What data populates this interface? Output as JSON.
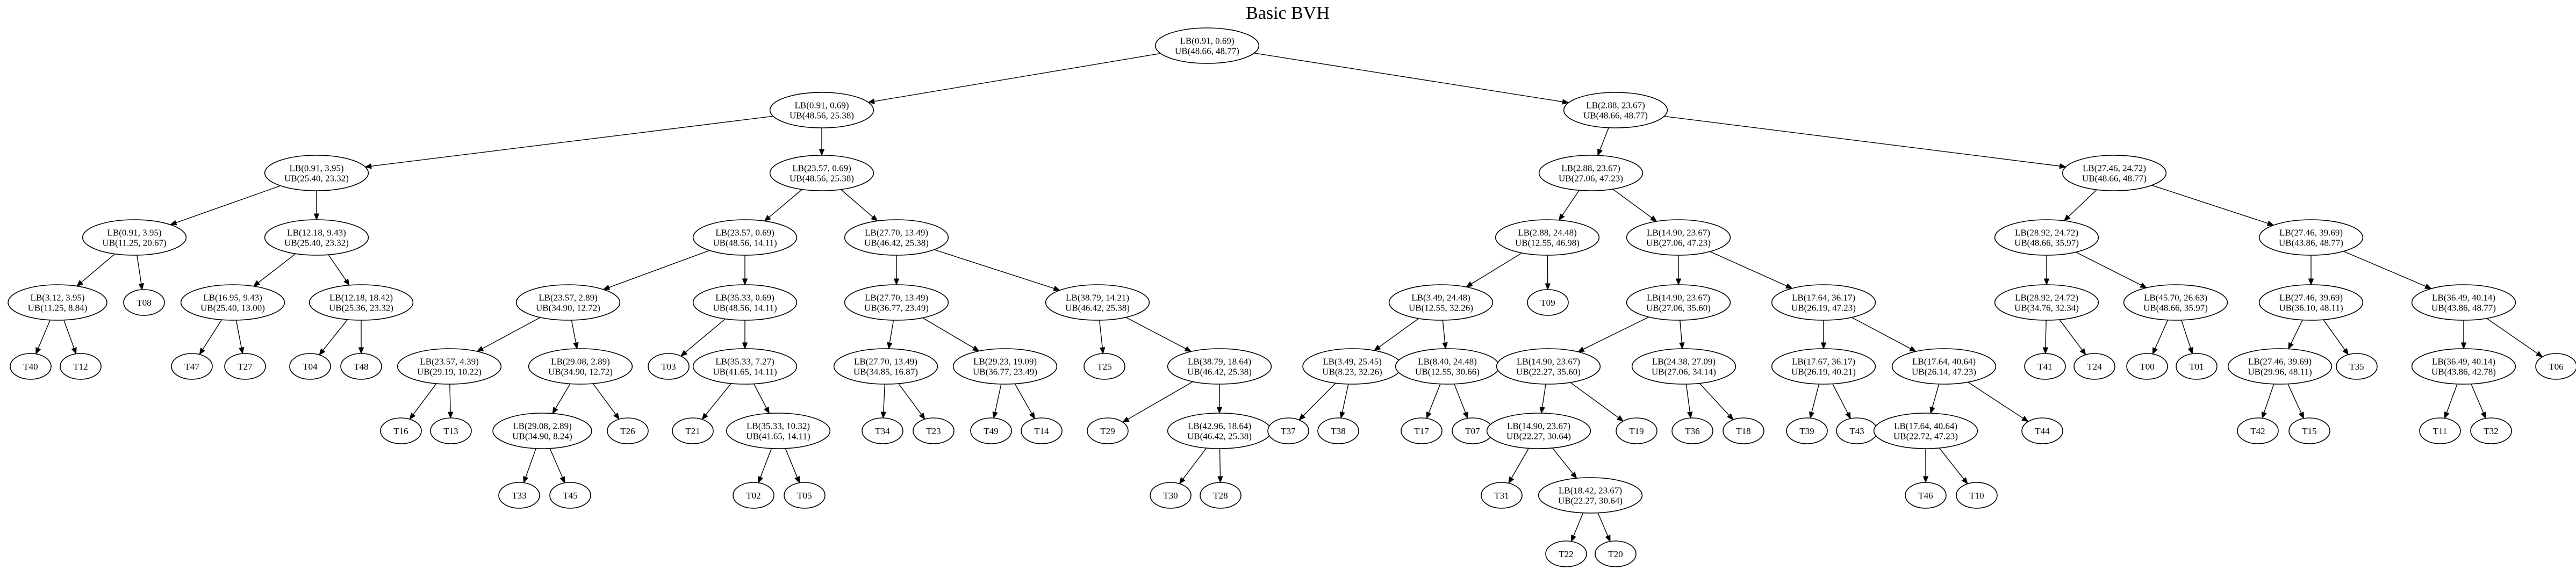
{
  "title": "Basic BVH",
  "nodes": [
    {
      "id": "n0",
      "lines": [
        "LB(0.91, 0.69)",
        "UB(48.66, 48.77)"
      ]
    },
    {
      "id": "n1",
      "lines": [
        "LB(0.91, 0.69)",
        "UB(48.56, 25.38)"
      ]
    },
    {
      "id": "n2",
      "lines": [
        "LB(2.88, 23.67)",
        "UB(48.66, 48.77)"
      ]
    },
    {
      "id": "n3",
      "lines": [
        "LB(0.91, 3.95)",
        "UB(25.40, 23.32)"
      ]
    },
    {
      "id": "n4",
      "lines": [
        "LB(23.57, 0.69)",
        "UB(48.56, 25.38)"
      ]
    },
    {
      "id": "n5",
      "lines": [
        "LB(2.88, 23.67)",
        "UB(27.06, 47.23)"
      ]
    },
    {
      "id": "n6",
      "lines": [
        "LB(27.46, 24.72)",
        "UB(48.66, 48.77)"
      ]
    },
    {
      "id": "n7",
      "lines": [
        "LB(0.91, 3.95)",
        "UB(11.25, 20.67)"
      ]
    },
    {
      "id": "n8",
      "lines": [
        "LB(12.18, 9.43)",
        "UB(25.40, 23.32)"
      ]
    },
    {
      "id": "n9",
      "lines": [
        "LB(23.57, 0.69)",
        "UB(48.56, 14.11)"
      ]
    },
    {
      "id": "n10",
      "lines": [
        "LB(27.70, 13.49)",
        "UB(46.42, 25.38)"
      ]
    },
    {
      "id": "n11",
      "lines": [
        "LB(2.88, 24.48)",
        "UB(12.55, 46.98)"
      ]
    },
    {
      "id": "n12",
      "lines": [
        "LB(14.90, 23.67)",
        "UB(27.06, 47.23)"
      ]
    },
    {
      "id": "n13",
      "lines": [
        "LB(28.92, 24.72)",
        "UB(48.66, 35.97)"
      ]
    },
    {
      "id": "n14",
      "lines": [
        "LB(27.46, 39.69)",
        "UB(43.86, 48.77)"
      ]
    },
    {
      "id": "n15",
      "lines": [
        "LB(3.12, 3.95)",
        "UB(11.25, 8.84)"
      ]
    },
    {
      "id": "t08",
      "lines": [
        "T08"
      ]
    },
    {
      "id": "n16",
      "lines": [
        "LB(16.95, 9.43)",
        "UB(25.40, 13.00)"
      ]
    },
    {
      "id": "n17",
      "lines": [
        "LB(12.18, 18.42)",
        "UB(25.36, 23.32)"
      ]
    },
    {
      "id": "n18",
      "lines": [
        "LB(23.57, 2.89)",
        "UB(34.90, 12.72)"
      ]
    },
    {
      "id": "n19",
      "lines": [
        "LB(35.33, 0.69)",
        "UB(48.56, 14.11)"
      ]
    },
    {
      "id": "n20",
      "lines": [
        "LB(27.70, 13.49)",
        "UB(36.77, 23.49)"
      ]
    },
    {
      "id": "n21",
      "lines": [
        "LB(38.79, 14.21)",
        "UB(46.42, 25.38)"
      ]
    },
    {
      "id": "n22",
      "lines": [
        "LB(3.49, 24.48)",
        "UB(12.55, 32.26)"
      ]
    },
    {
      "id": "t09",
      "lines": [
        "T09"
      ]
    },
    {
      "id": "n23",
      "lines": [
        "LB(14.90, 23.67)",
        "UB(27.06, 35.60)"
      ]
    },
    {
      "id": "n24",
      "lines": [
        "LB(17.64, 36.17)",
        "UB(26.19, 47.23)"
      ]
    },
    {
      "id": "n25",
      "lines": [
        "LB(28.92, 24.72)",
        "UB(34.76, 32.34)"
      ]
    },
    {
      "id": "n26",
      "lines": [
        "LB(45.70, 26.63)",
        "UB(48.66, 35.97)"
      ]
    },
    {
      "id": "n27",
      "lines": [
        "LB(27.46, 39.69)",
        "UB(36.10, 48.11)"
      ]
    },
    {
      "id": "n28",
      "lines": [
        "LB(36.49, 40.14)",
        "UB(43.86, 48.77)"
      ]
    },
    {
      "id": "t40",
      "lines": [
        "T40"
      ]
    },
    {
      "id": "t12",
      "lines": [
        "T12"
      ]
    },
    {
      "id": "t47",
      "lines": [
        "T47"
      ]
    },
    {
      "id": "t27",
      "lines": [
        "T27"
      ]
    },
    {
      "id": "t04",
      "lines": [
        "T04"
      ]
    },
    {
      "id": "t48",
      "lines": [
        "T48"
      ]
    },
    {
      "id": "n29",
      "lines": [
        "LB(23.57, 4.39)",
        "UB(29.19, 10.22)"
      ]
    },
    {
      "id": "n30",
      "lines": [
        "LB(29.08, 2.89)",
        "UB(34.90, 12.72)"
      ]
    },
    {
      "id": "t03",
      "lines": [
        "T03"
      ]
    },
    {
      "id": "n31",
      "lines": [
        "LB(35.33, 7.27)",
        "UB(41.65, 14.11)"
      ]
    },
    {
      "id": "n32",
      "lines": [
        "LB(27.70, 13.49)",
        "UB(34.85, 16.87)"
      ]
    },
    {
      "id": "n33",
      "lines": [
        "LB(29.23, 19.09)",
        "UB(36.77, 23.49)"
      ]
    },
    {
      "id": "t25",
      "lines": [
        "T25"
      ]
    },
    {
      "id": "n34",
      "lines": [
        "LB(38.79, 18.64)",
        "UB(46.42, 25.38)"
      ]
    },
    {
      "id": "n35",
      "lines": [
        "LB(3.49, 25.45)",
        "UB(8.23, 32.26)"
      ]
    },
    {
      "id": "n36",
      "lines": [
        "LB(8.40, 24.48)",
        "UB(12.55, 30.66)"
      ]
    },
    {
      "id": "n37",
      "lines": [
        "LB(14.90, 23.67)",
        "UB(22.27, 35.60)"
      ]
    },
    {
      "id": "n38",
      "lines": [
        "LB(24.38, 27.09)",
        "UB(27.06, 34.14)"
      ]
    },
    {
      "id": "n39",
      "lines": [
        "LB(17.67, 36.17)",
        "UB(26.19, 40.21)"
      ]
    },
    {
      "id": "n40",
      "lines": [
        "LB(17.64, 40.64)",
        "UB(26.14, 47.23)"
      ]
    },
    {
      "id": "t41",
      "lines": [
        "T41"
      ]
    },
    {
      "id": "t24",
      "lines": [
        "T24"
      ]
    },
    {
      "id": "t00",
      "lines": [
        "T00"
      ]
    },
    {
      "id": "t01",
      "lines": [
        "T01"
      ]
    },
    {
      "id": "n41",
      "lines": [
        "LB(27.46, 39.69)",
        "UB(29.96, 48.11)"
      ]
    },
    {
      "id": "t35",
      "lines": [
        "T35"
      ]
    },
    {
      "id": "n42",
      "lines": [
        "LB(36.49, 40.14)",
        "UB(43.86, 42.78)"
      ]
    },
    {
      "id": "t06",
      "lines": [
        "T06"
      ]
    },
    {
      "id": "t16",
      "lines": [
        "T16"
      ]
    },
    {
      "id": "t13",
      "lines": [
        "T13"
      ]
    },
    {
      "id": "n43",
      "lines": [
        "LB(29.08, 2.89)",
        "UB(34.90, 8.24)"
      ]
    },
    {
      "id": "t26",
      "lines": [
        "T26"
      ]
    },
    {
      "id": "t21",
      "lines": [
        "T21"
      ]
    },
    {
      "id": "n44",
      "lines": [
        "LB(35.33, 10.32)",
        "UB(41.65, 14.11)"
      ]
    },
    {
      "id": "t34",
      "lines": [
        "T34"
      ]
    },
    {
      "id": "t23",
      "lines": [
        "T23"
      ]
    },
    {
      "id": "t49",
      "lines": [
        "T49"
      ]
    },
    {
      "id": "t14",
      "lines": [
        "T14"
      ]
    },
    {
      "id": "t29",
      "lines": [
        "T29"
      ]
    },
    {
      "id": "n45",
      "lines": [
        "LB(42.96, 18.64)",
        "UB(46.42, 25.38)"
      ]
    },
    {
      "id": "t37",
      "lines": [
        "T37"
      ]
    },
    {
      "id": "t38",
      "lines": [
        "T38"
      ]
    },
    {
      "id": "t17",
      "lines": [
        "T17"
      ]
    },
    {
      "id": "t07",
      "lines": [
        "T07"
      ]
    },
    {
      "id": "n46",
      "lines": [
        "LB(14.90, 23.67)",
        "UB(22.27, 30.64)"
      ]
    },
    {
      "id": "t19",
      "lines": [
        "T19"
      ]
    },
    {
      "id": "t36",
      "lines": [
        "T36"
      ]
    },
    {
      "id": "t18",
      "lines": [
        "T18"
      ]
    },
    {
      "id": "t39",
      "lines": [
        "T39"
      ]
    },
    {
      "id": "t43",
      "lines": [
        "T43"
      ]
    },
    {
      "id": "n47",
      "lines": [
        "LB(17.64, 40.64)",
        "UB(22.72, 47.23)"
      ]
    },
    {
      "id": "t44",
      "lines": [
        "T44"
      ]
    },
    {
      "id": "t42",
      "lines": [
        "T42"
      ]
    },
    {
      "id": "t15",
      "lines": [
        "T15"
      ]
    },
    {
      "id": "t11",
      "lines": [
        "T11"
      ]
    },
    {
      "id": "t32",
      "lines": [
        "T32"
      ]
    },
    {
      "id": "t33",
      "lines": [
        "T33"
      ]
    },
    {
      "id": "t45",
      "lines": [
        "T45"
      ]
    },
    {
      "id": "t02",
      "lines": [
        "T02"
      ]
    },
    {
      "id": "t05",
      "lines": [
        "T05"
      ]
    },
    {
      "id": "t30",
      "lines": [
        "T30"
      ]
    },
    {
      "id": "t28",
      "lines": [
        "T28"
      ]
    },
    {
      "id": "t31",
      "lines": [
        "T31"
      ]
    },
    {
      "id": "n48",
      "lines": [
        "LB(18.42, 23.67)",
        "UB(22.27, 30.64)"
      ]
    },
    {
      "id": "t46",
      "lines": [
        "T46"
      ]
    },
    {
      "id": "t10",
      "lines": [
        "T10"
      ]
    },
    {
      "id": "t22",
      "lines": [
        "T22"
      ]
    },
    {
      "id": "t20",
      "lines": [
        "T20"
      ]
    }
  ],
  "edges": [
    [
      "n0",
      "n1"
    ],
    [
      "n0",
      "n2"
    ],
    [
      "n1",
      "n3"
    ],
    [
      "n1",
      "n4"
    ],
    [
      "n2",
      "n5"
    ],
    [
      "n2",
      "n6"
    ],
    [
      "n3",
      "n7"
    ],
    [
      "n3",
      "n8"
    ],
    [
      "n4",
      "n9"
    ],
    [
      "n4",
      "n10"
    ],
    [
      "n5",
      "n11"
    ],
    [
      "n5",
      "n12"
    ],
    [
      "n6",
      "n13"
    ],
    [
      "n6",
      "n14"
    ],
    [
      "n7",
      "n15"
    ],
    [
      "n7",
      "t08"
    ],
    [
      "n8",
      "n16"
    ],
    [
      "n8",
      "n17"
    ],
    [
      "n9",
      "n18"
    ],
    [
      "n9",
      "n19"
    ],
    [
      "n10",
      "n20"
    ],
    [
      "n10",
      "n21"
    ],
    [
      "n11",
      "n22"
    ],
    [
      "n11",
      "t09"
    ],
    [
      "n12",
      "n23"
    ],
    [
      "n12",
      "n24"
    ],
    [
      "n13",
      "n25"
    ],
    [
      "n13",
      "n26"
    ],
    [
      "n14",
      "n27"
    ],
    [
      "n14",
      "n28"
    ],
    [
      "n15",
      "t40"
    ],
    [
      "n15",
      "t12"
    ],
    [
      "n16",
      "t47"
    ],
    [
      "n16",
      "t27"
    ],
    [
      "n17",
      "t04"
    ],
    [
      "n17",
      "t48"
    ],
    [
      "n18",
      "n29"
    ],
    [
      "n18",
      "n30"
    ],
    [
      "n19",
      "t03"
    ],
    [
      "n19",
      "n31"
    ],
    [
      "n20",
      "n32"
    ],
    [
      "n20",
      "n33"
    ],
    [
      "n21",
      "t25"
    ],
    [
      "n21",
      "n34"
    ],
    [
      "n22",
      "n35"
    ],
    [
      "n22",
      "n36"
    ],
    [
      "n23",
      "n37"
    ],
    [
      "n23",
      "n38"
    ],
    [
      "n24",
      "n39"
    ],
    [
      "n24",
      "n40"
    ],
    [
      "n25",
      "t41"
    ],
    [
      "n25",
      "t24"
    ],
    [
      "n26",
      "t00"
    ],
    [
      "n26",
      "t01"
    ],
    [
      "n27",
      "n41"
    ],
    [
      "n27",
      "t35"
    ],
    [
      "n28",
      "n42"
    ],
    [
      "n28",
      "t06"
    ],
    [
      "n29",
      "t16"
    ],
    [
      "n29",
      "t13"
    ],
    [
      "n30",
      "n43"
    ],
    [
      "n30",
      "t26"
    ],
    [
      "n31",
      "t21"
    ],
    [
      "n31",
      "n44"
    ],
    [
      "n32",
      "t34"
    ],
    [
      "n32",
      "t23"
    ],
    [
      "n33",
      "t49"
    ],
    [
      "n33",
      "t14"
    ],
    [
      "n34",
      "t29"
    ],
    [
      "n34",
      "n45"
    ],
    [
      "n35",
      "t37"
    ],
    [
      "n35",
      "t38"
    ],
    [
      "n36",
      "t17"
    ],
    [
      "n36",
      "t07"
    ],
    [
      "n37",
      "n46"
    ],
    [
      "n37",
      "t19"
    ],
    [
      "n38",
      "t36"
    ],
    [
      "n38",
      "t18"
    ],
    [
      "n39",
      "t39"
    ],
    [
      "n39",
      "t43"
    ],
    [
      "n40",
      "n47"
    ],
    [
      "n40",
      "t44"
    ],
    [
      "n41",
      "t42"
    ],
    [
      "n41",
      "t15"
    ],
    [
      "n42",
      "t11"
    ],
    [
      "n42",
      "t32"
    ],
    [
      "n43",
      "t33"
    ],
    [
      "n43",
      "t45"
    ],
    [
      "n44",
      "t02"
    ],
    [
      "n44",
      "t05"
    ],
    [
      "n45",
      "t30"
    ],
    [
      "n45",
      "t28"
    ],
    [
      "n46",
      "t31"
    ],
    [
      "n46",
      "n48"
    ],
    [
      "n47",
      "t46"
    ],
    [
      "n47",
      "t10"
    ],
    [
      "n48",
      "t22"
    ],
    [
      "n48",
      "t20"
    ]
  ]
}
